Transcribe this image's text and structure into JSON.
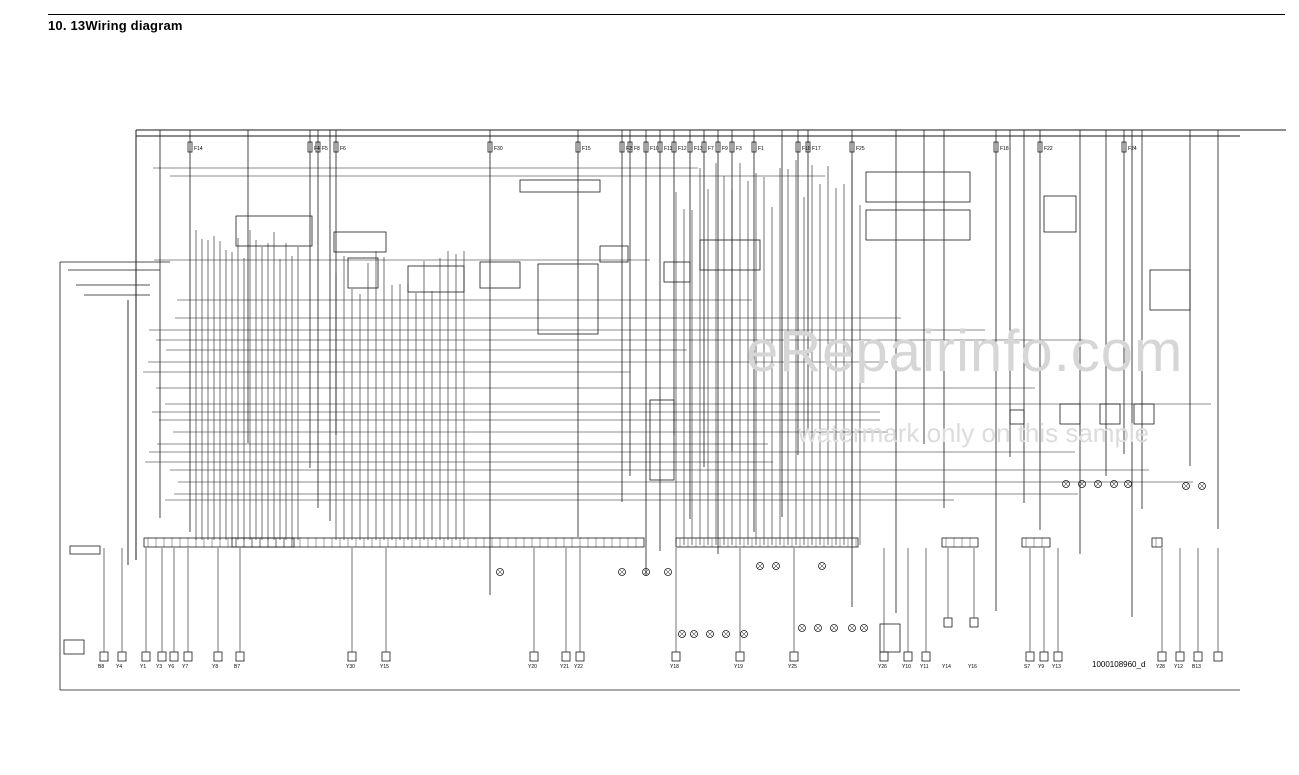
{
  "page_title": "10. 13Wiring diagram",
  "reference_code": "1000108960_d",
  "watermark": {
    "main": "eRepairinfo.com",
    "sub": "watermark only on this sample"
  },
  "colors": {
    "line": "#1a1a1a",
    "watermark": "#d6d6d6",
    "background": "#ffffff"
  },
  "fuses": [
    "F14",
    "F4",
    "F5",
    "F6",
    "F30",
    "F15",
    "F2",
    "F8",
    "F10",
    "F11",
    "F12",
    "F13",
    "F7",
    "F9",
    "F3",
    "F1",
    "F16",
    "F17",
    "F25",
    "F18",
    "F22",
    "F24"
  ],
  "bottom_labels": [
    "B8",
    "Y4",
    "Y1",
    "Y3",
    "Y6",
    "Y7",
    "Y8",
    "B7",
    "Y30",
    "Y15",
    "Y20",
    "Y21",
    "Y22",
    "Y18",
    "Y19",
    "Y25",
    "Y26",
    "Y10",
    "Y11",
    "Y14",
    "Y16",
    "S7",
    "Y9",
    "Y13",
    "Y28",
    "Y12",
    "B13"
  ]
}
